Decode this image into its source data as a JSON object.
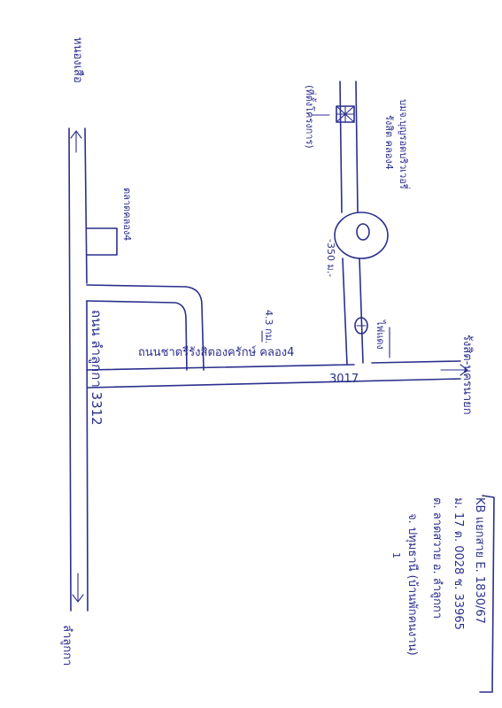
{
  "map": {
    "label_highway_3312": "ถนน ลำลูกกา 3312",
    "label_road_3017": "ถนนชาตรีรังสิตองครักษ์ คลอง4",
    "label_road_number": "3017",
    "label_dest_north": "หนองเสือ",
    "label_dest_south": "ลำลูกกา",
    "label_dest_east": "รังสิต-นครนายก",
    "label_market": "ตลาดคลอง4",
    "label_landmark_line1": "บมจ.บุญรอดบริวเวอรี่",
    "label_landmark_line2": "รังสิต คลอง4",
    "label_pin_note": "(ที่ตั้งโครงการ)",
    "label_distance_short": "-350 ม.-",
    "label_distance_long": "4.3 กม.",
    "label_bridge": "ไฟแดง",
    "address_line1": "KB แยกสาย E. 1830/67",
    "address_line2": "ม. 17 ต. 0028 ช. 33965",
    "address_line3": "ต. ลาดสวาย อ. ลำลูกกา",
    "address_line4": "จ. ปทุมธานี (บ้านพักคนงาน)",
    "address_line5": "1"
  },
  "colors": {
    "ink": "#2b2f8c",
    "paper": "#ffffff"
  }
}
